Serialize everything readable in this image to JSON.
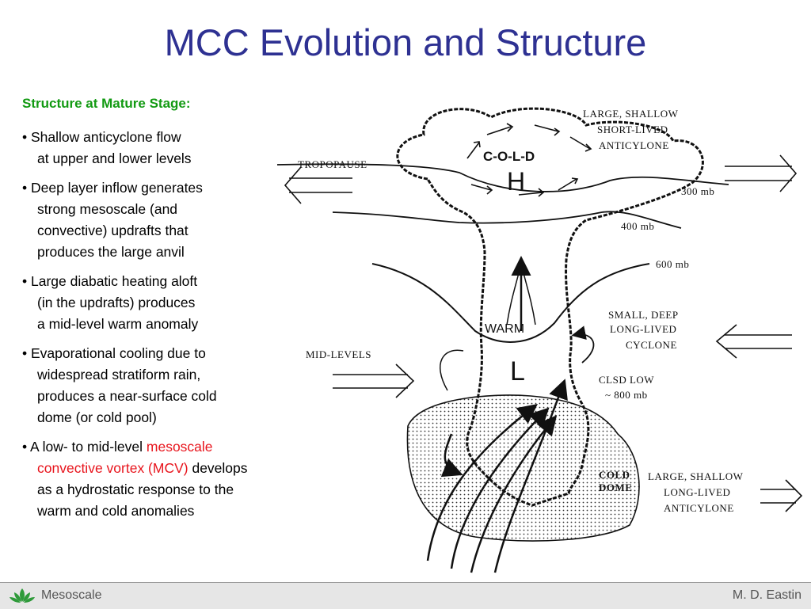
{
  "slide": {
    "title": "MCC Evolution and Structure",
    "subheading": "Structure at Mature Stage:",
    "bullets": [
      {
        "lines": [
          "• Shallow anticyclone flow",
          "at upper and lower levels"
        ]
      },
      {
        "lines": [
          "• Deep layer inflow generates",
          "strong mesoscale (and",
          "convective) updrafts that",
          "produces the large anvil"
        ]
      },
      {
        "lines": [
          "• Large diabatic heating aloft",
          "(in the updrafts) produces",
          "a mid-level warm anomaly"
        ]
      },
      {
        "lines": [
          "• Evaporational cooling due to",
          "widespread stratiform rain,",
          "produces a near-surface cold",
          "dome (or cold pool)"
        ]
      },
      {
        "l1_pre": "• A low- to mid-level ",
        "l1_red": "mesoscale",
        "l2_red": "convective vortex (MCV)",
        "l2_post": " develops",
        "l3": "as a hydrostatic response to the",
        "l4": "warm and cold anomalies"
      }
    ]
  },
  "diagram": {
    "tropopause": "TROPOPAUSE",
    "upper_anticyclone": [
      "LARGE, SHALLOW",
      "SHORT-LIVED",
      "ANTICYLONE"
    ],
    "cold": "C-O-L-D",
    "high": "H",
    "p300": "300 mb",
    "p400": "400 mb",
    "p600": "600 mb",
    "warm": "WARM",
    "low": "L",
    "mid_levels": "MID-LEVELS",
    "cyclone": [
      "SMALL, DEEP",
      "LONG-LIVED",
      "CYCLONE"
    ],
    "clsd": [
      "CLSD LOW",
      "~ 800 mb"
    ],
    "cold_dome": [
      "COLD",
      "DOME"
    ],
    "lower_anticyclone": [
      "LARGE, SHALLOW",
      "LONG-LIVED",
      "ANTICYLONE"
    ]
  },
  "footer": {
    "left": "Mesoscale",
    "right": "M. D. Eastin"
  },
  "colors": {
    "title": "#2e3192",
    "subheading": "#129a12",
    "highlight": "#e8141c",
    "logo": "#2e9a3a"
  }
}
